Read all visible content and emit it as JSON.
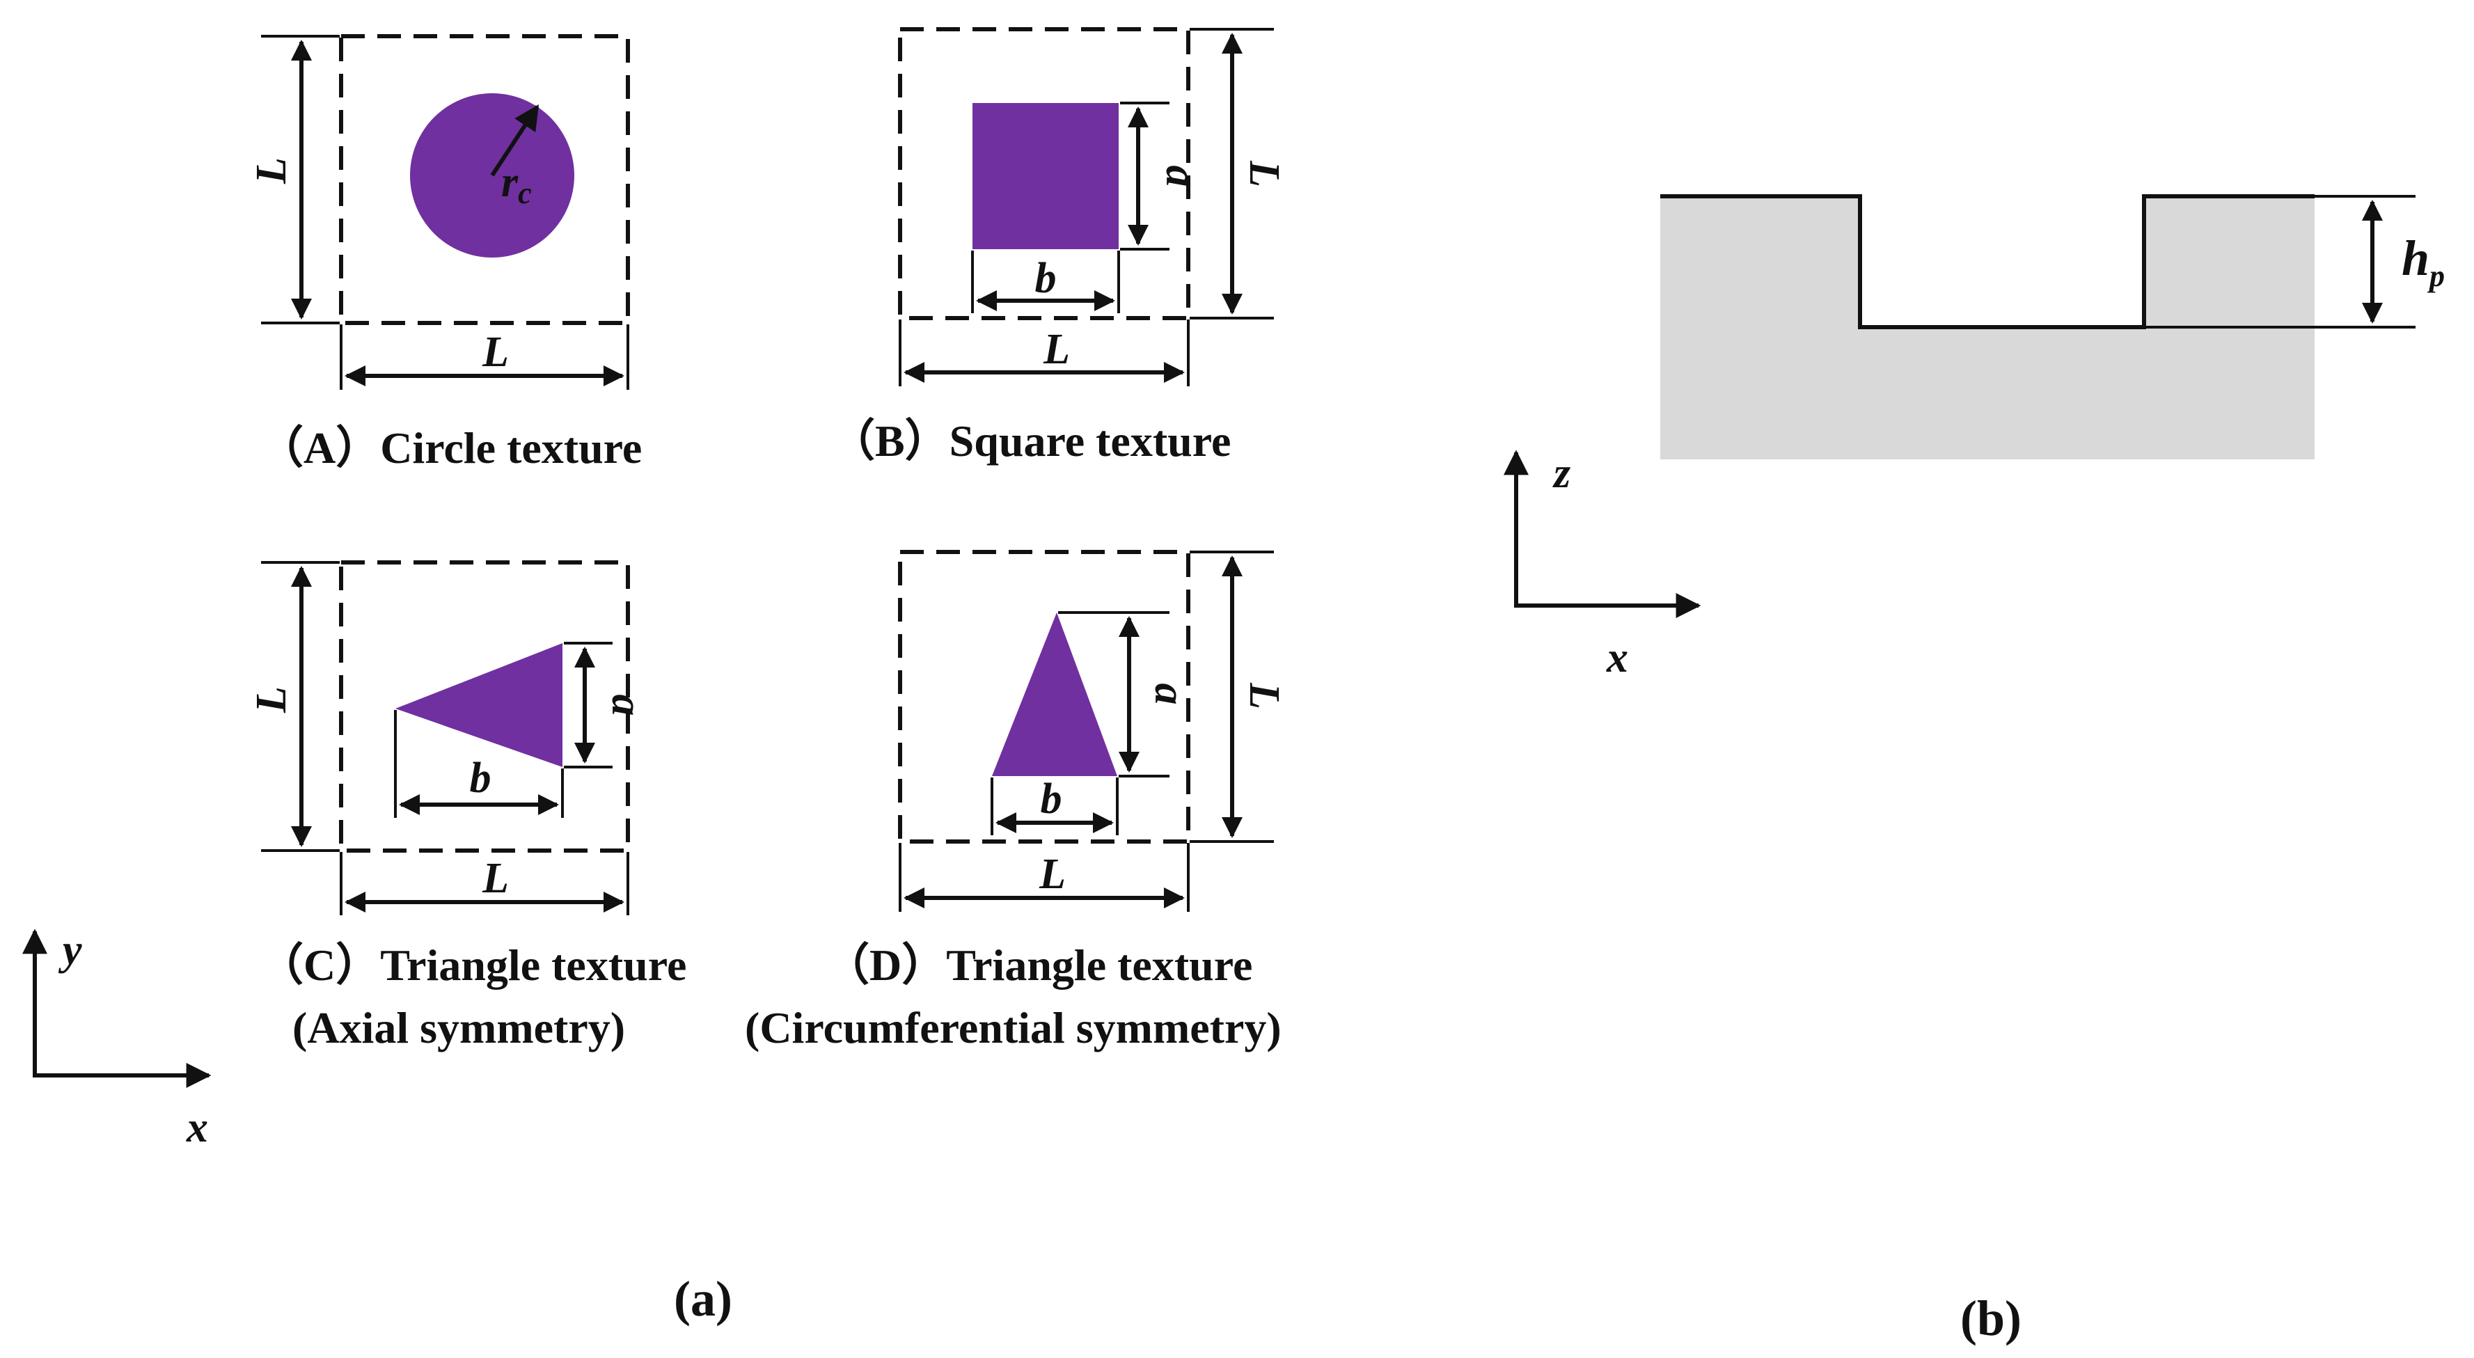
{
  "colors": {
    "texture_fill": "#7030a0",
    "groove_fill": "#d9d9d9",
    "ink": "#111111"
  },
  "panel_a": {
    "label": "(a)",
    "textures": [
      {
        "id": "A",
        "caption": "（A）Circle texture",
        "dims": {
          "side_v": "L",
          "side_h": "L",
          "radius": "r",
          "radius_sub": "c"
        }
      },
      {
        "id": "B",
        "caption": "（B）Square texture",
        "dims": {
          "side_v": "L",
          "side_h": "L",
          "a": "a",
          "b": "b"
        }
      },
      {
        "id": "C",
        "caption_line1": "（C）Triangle texture",
        "caption_line2": "(Axial symmetry)",
        "dims": {
          "side_v": "L",
          "side_h": "L",
          "a": "a",
          "b": "b"
        }
      },
      {
        "id": "D",
        "caption_line1": "（D）Triangle texture",
        "caption_line2": "(Circumferential symmetry)",
        "dims": {
          "side_v": "L",
          "side_h": "L",
          "a": "a",
          "b": "b"
        }
      }
    ],
    "axes": {
      "vertical": "y",
      "horizontal": "x"
    }
  },
  "panel_b": {
    "label": "(b)",
    "depth_label": "h",
    "depth_sub": "p",
    "axes": {
      "vertical": "z",
      "horizontal": "x"
    }
  }
}
